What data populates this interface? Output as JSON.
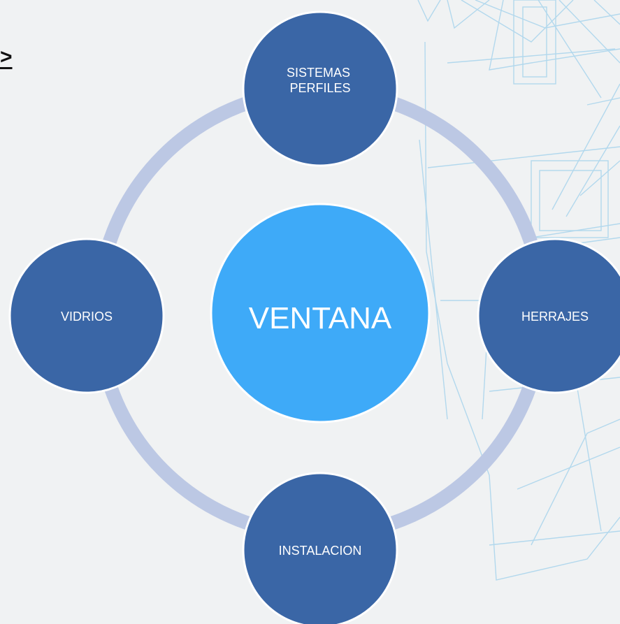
{
  "nav": {
    "next_label": ">"
  },
  "diagram": {
    "center": {
      "label": "VENTANA",
      "color": "#3eaaf8"
    },
    "nodes": [
      {
        "id": "sistemas-perfiles",
        "lines": [
          "SISTEMAS",
          "PERFILES"
        ]
      },
      {
        "id": "herrajes",
        "lines": [
          "HERRAJES"
        ]
      },
      {
        "id": "instalacion",
        "lines": [
          "INSTALACION"
        ]
      },
      {
        "id": "vidrios",
        "lines": [
          "VIDRIOS"
        ]
      }
    ],
    "colors": {
      "node_fill": "#3a66a6",
      "node_stroke": "#ffffff",
      "ring": "#bcc8e4",
      "background": "#f0f2f3",
      "sketch": "#9fcfe8"
    }
  }
}
